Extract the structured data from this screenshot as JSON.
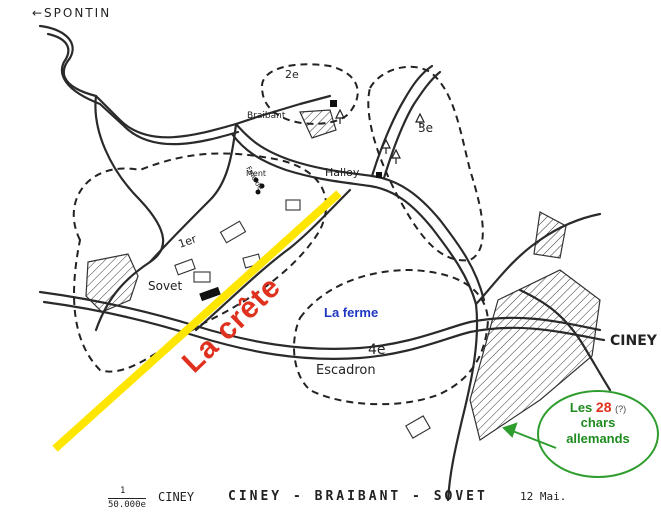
{
  "map": {
    "direction_label": "←SPONTIN",
    "places": {
      "braibant": "Braibant",
      "halloy": "Halloy",
      "sovet": "Sovet",
      "ciney": "CINEY",
      "escadron": "Escadron",
      "farm_abbrev_1": "Fme de",
      "farm_abbrev_2": "Ment"
    },
    "squadron_marks": {
      "second": "2e",
      "third": "3e",
      "first": "1er",
      "fourth": "4e"
    },
    "overlays": {
      "crest_label": "La crête",
      "crest_line_color": "#ffe600",
      "crest_text_color": "#e0301e",
      "farm_label": "La ferme",
      "farm_label_color": "#1f36c4",
      "tanks_note": {
        "prefix": "Les",
        "number": "28",
        "uncertain": "(?)",
        "line2": "chars",
        "line3": "allemands",
        "text_color": "#1f8a1f",
        "number_color": "#e0301e"
      }
    },
    "caption": {
      "scale_num": "1",
      "scale_den": "50.000e",
      "left_place": "CINEY",
      "title": "CINEY - BRAIBANT - SOVET",
      "date": "12 Mai."
    }
  }
}
